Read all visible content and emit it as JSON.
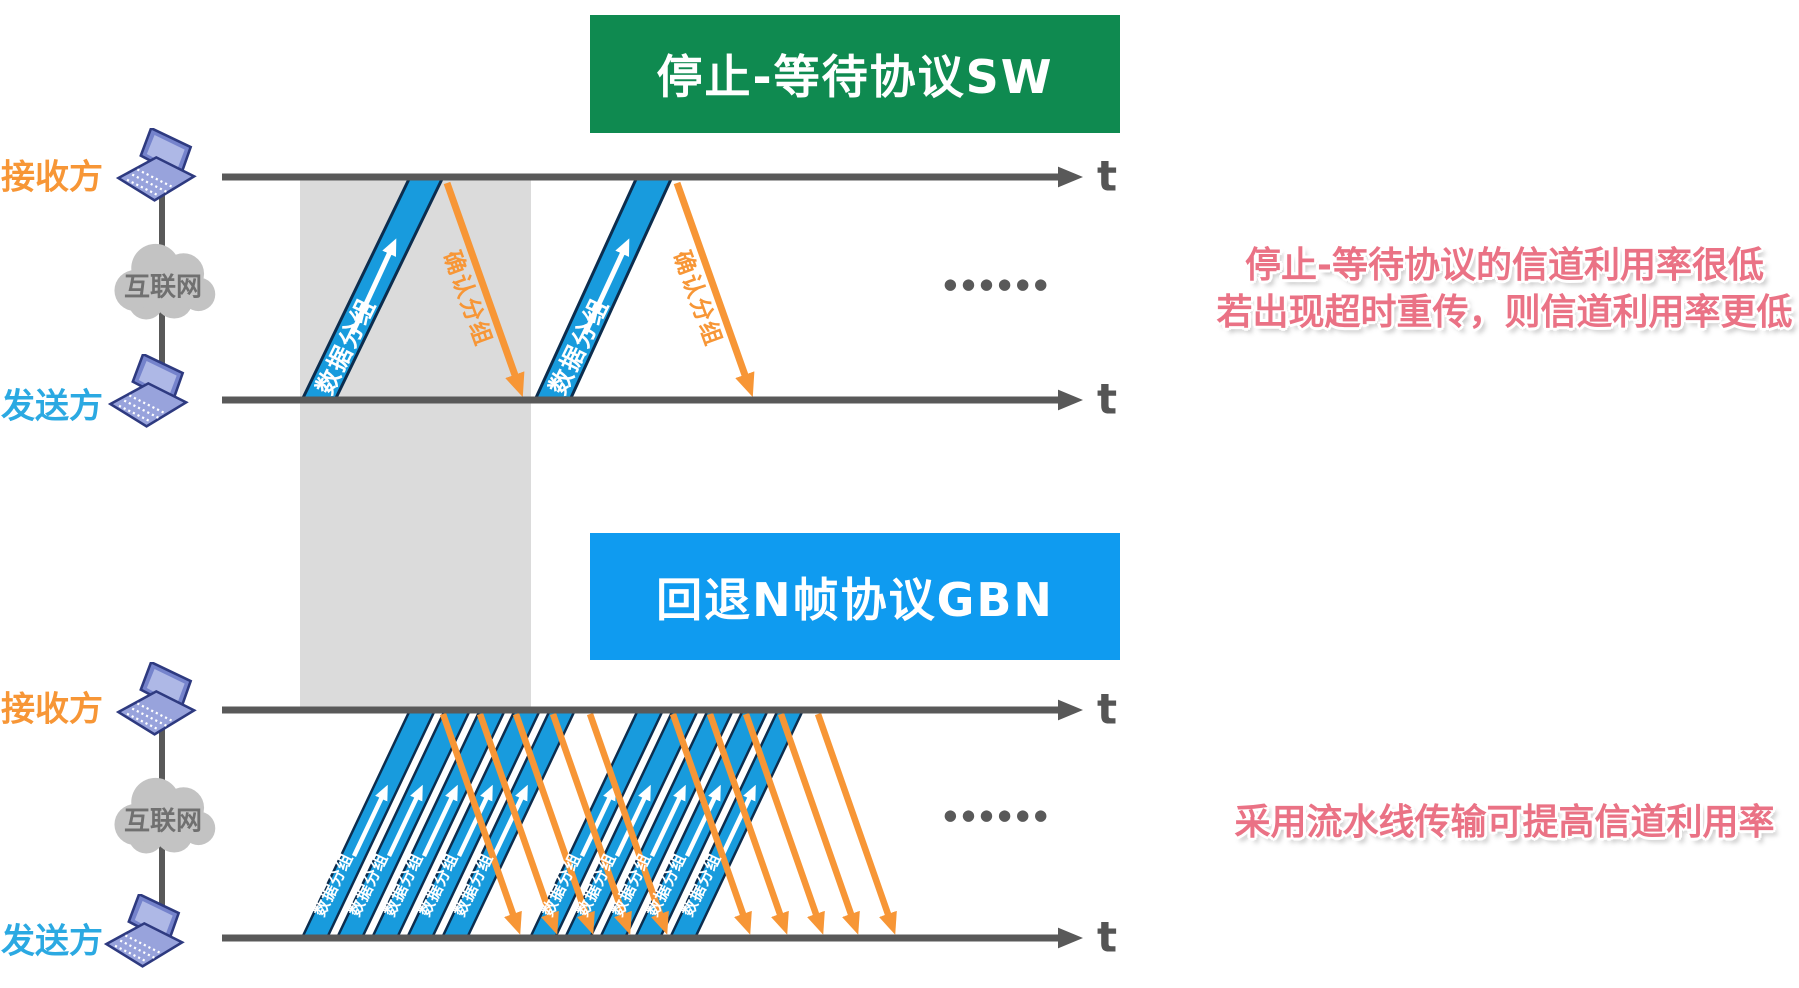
{
  "banners": {
    "sw": "停止-等待协议SW",
    "gbn": "回退N帧协议GBN"
  },
  "actors": {
    "receiver": "接收方",
    "sender": "发送方",
    "network": "互联网"
  },
  "packets": {
    "data": "数据分组",
    "ack": "确认分组"
  },
  "axis": {
    "t": "t"
  },
  "ellipsis": "●●●●●●",
  "notes": {
    "sw1": "停止-等待协议的信道利用率很低",
    "sw2": "若出现超时重传，则信道利用率更低",
    "gbn": "采用流水线传输可提高信道利用率"
  },
  "colors": {
    "banner_green": "#0F8A50",
    "banner_blue": "#0F9BF0",
    "band_blue": "#189BDD",
    "band_edge": "#0C2D4E",
    "ack_orange": "#F79636",
    "timeline_gray": "#595959",
    "wait_band_gray": "#DBDBDB",
    "note_pink": "#EA7285",
    "receiver_label": "#F79636",
    "sender_label": "#2BA9E2",
    "cloud_gray": "#C3C3C3"
  }
}
